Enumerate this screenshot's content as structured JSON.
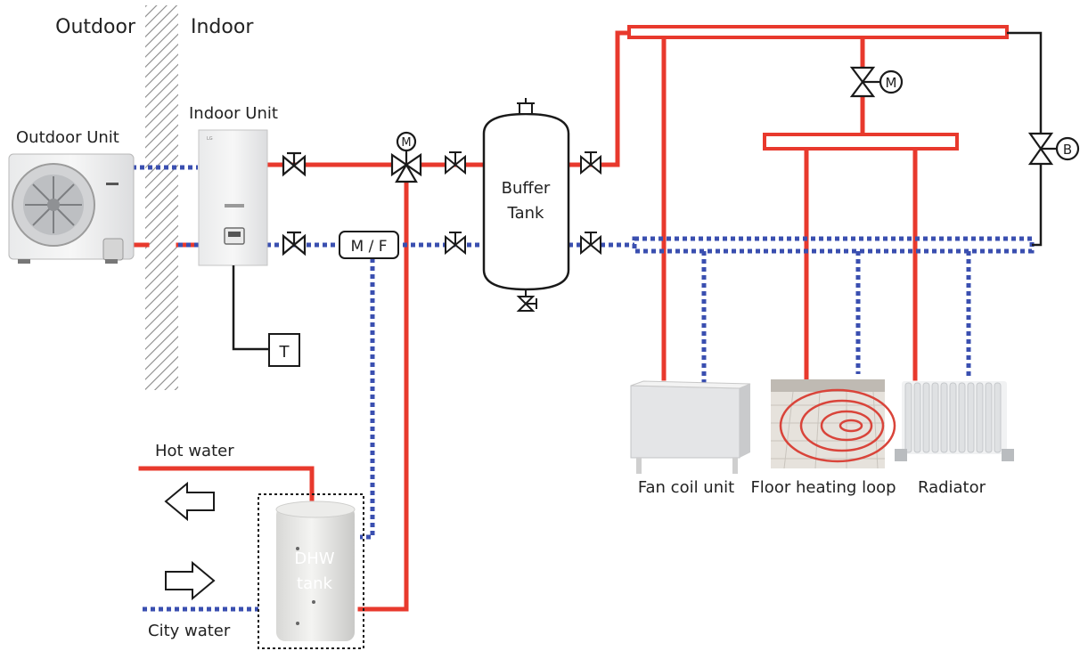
{
  "labels": {
    "outdoor": "Outdoor",
    "indoor": "Indoor",
    "outdoor_unit": "Outdoor Unit",
    "indoor_unit": "Indoor Unit",
    "buffer_line1": "Buffer",
    "buffer_line2": "Tank",
    "hot_water": "Hot water",
    "city_water": "City water",
    "dhw_line1": "DHW",
    "dhw_line2": "tank",
    "fan_coil": "Fan coil unit",
    "floor_loop": "Floor heating loop",
    "radiator": "Radiator",
    "mf": "M / F",
    "t": "T",
    "m_motor": "M",
    "m_motor2": "M",
    "b_valve": "B"
  },
  "colors": {
    "supply": "#e8392d",
    "return": "#3a4fb0",
    "line": "#1a1a1a",
    "wall_hatch": "#8a8a8a"
  },
  "icons": {
    "gate_valve": "gate-valve-icon",
    "three_way_valve": "three-way-valve-icon",
    "arrow": "arrow-icon"
  }
}
